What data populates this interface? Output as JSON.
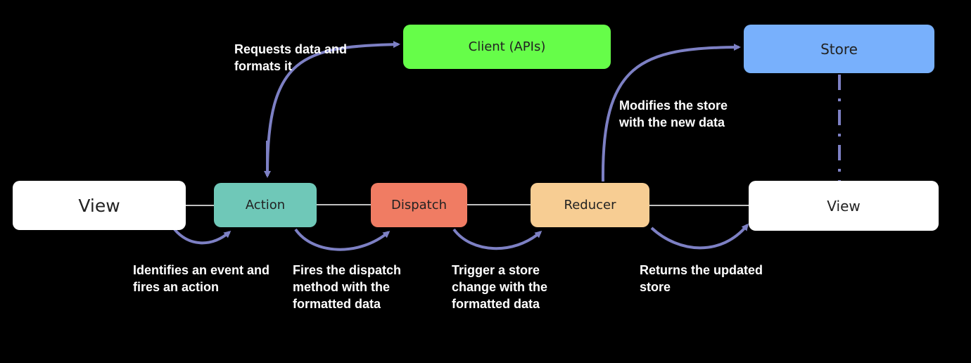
{
  "nodes": {
    "view_left": "View",
    "action": "Action",
    "dispatch": "Dispatch",
    "reducer": "Reducer",
    "view_right": "View",
    "client": "Client (APIs)",
    "store": "Store"
  },
  "annotations": {
    "requests": "Requests data and\nformats it",
    "modifies": "Modifies the store\nwith the new data",
    "identifies": "Identifies an event and\nfires an action",
    "fires": "Fires the dispatch\nmethod with the\nformatted data",
    "trigger": "Trigger a store\nchange with the\nformatted data",
    "returns": "Returns the updated\nstore"
  },
  "colors": {
    "background": "#000000",
    "view": "#ffffff",
    "action": "#6fc8b8",
    "dispatch": "#f07c63",
    "reducer": "#f7cd93",
    "client": "#66fd49",
    "store": "#78b0fc",
    "arrow": "#7d80c4",
    "connector": "#ffffff"
  }
}
